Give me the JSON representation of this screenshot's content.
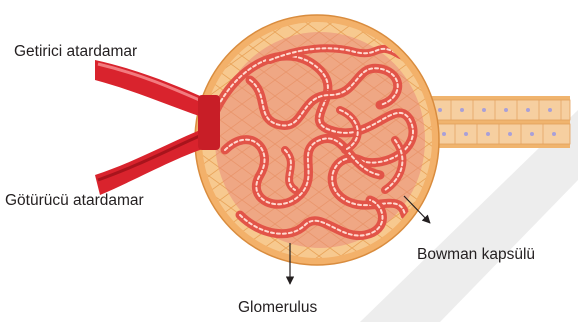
{
  "labels": {
    "afferent_arteriole": "Getirici atardamar",
    "efferent_arteriole": "Götürücü atardamar",
    "bowman_capsule": "Bowman kapsülü",
    "glomerulus": "Glomerulus"
  },
  "colors": {
    "capsule_outer": "#f3b16a",
    "capsule_fill": "#f7c98f",
    "capsule_cells": "#e9a45a",
    "vessel": "#d9232d",
    "vessel_dark": "#a8141c",
    "capillary": "#ea5f55",
    "capillary_light": "#ffd9cf",
    "tubule": "#f6cfa0",
    "nucleus": "#a9a0d8",
    "watermark": "#e6e6e6",
    "text": "#231f20"
  }
}
